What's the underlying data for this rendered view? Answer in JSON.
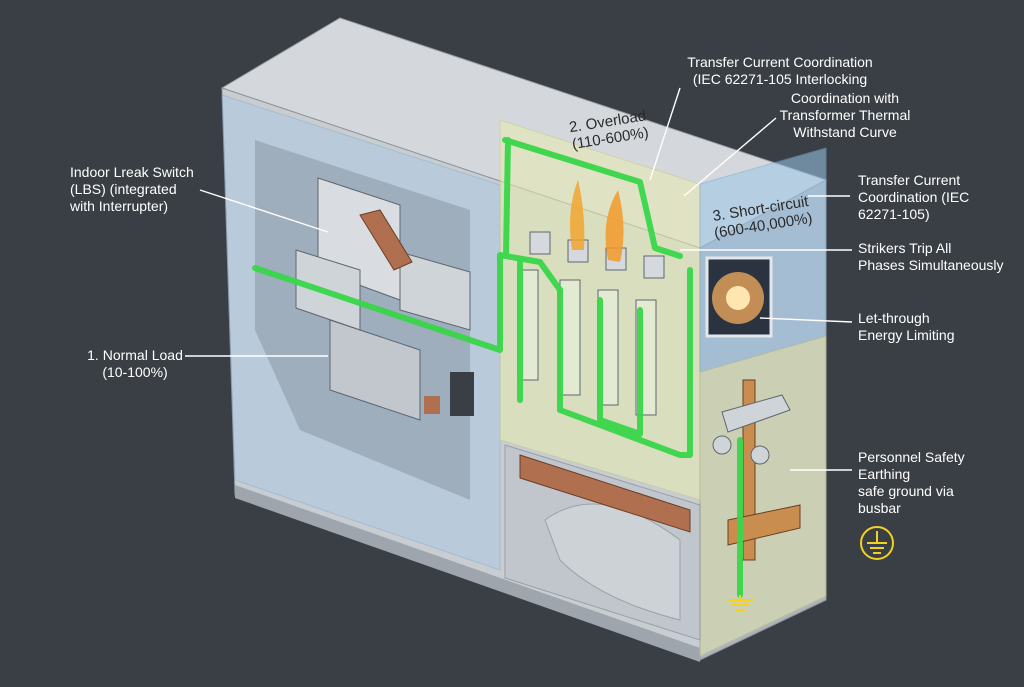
{
  "labels": {
    "lbs": "Indoor Lreak Switch\n(LBS) (integrated\nwith Interrupter)",
    "normal_load": "1. Normal Load\n(10-100%)",
    "transfer_interlock": "Transfer Current Coordination\n(IEC 62271-105 Interlocking",
    "thermal": "Coordination with\nTransformer Thermal\nWithstand Curve",
    "overload": "2. Overload\n(110-600%)",
    "short_circuit": "3. Short-circuit\n(600-40,000%)",
    "transfer_iec": "Transfer Current\nCoordination (IEC\n62271-105)",
    "strikers": "Strikers Trip All\nPhases Simultaneously",
    "let_through": "Let-through\nEnergy Limiting",
    "earthing": "Personnel Safety\nEarthing\nsafe ground via\nbusbar"
  },
  "colors": {
    "background": "#3a3f45",
    "green_path": "#39d64a",
    "earth_symbol": "#f2d21c",
    "overload_zone": "#e8ecb0",
    "short_zone": "#9cc6e8"
  },
  "icons": [
    "earth-ground-icon",
    "ground-terminal-icon"
  ]
}
